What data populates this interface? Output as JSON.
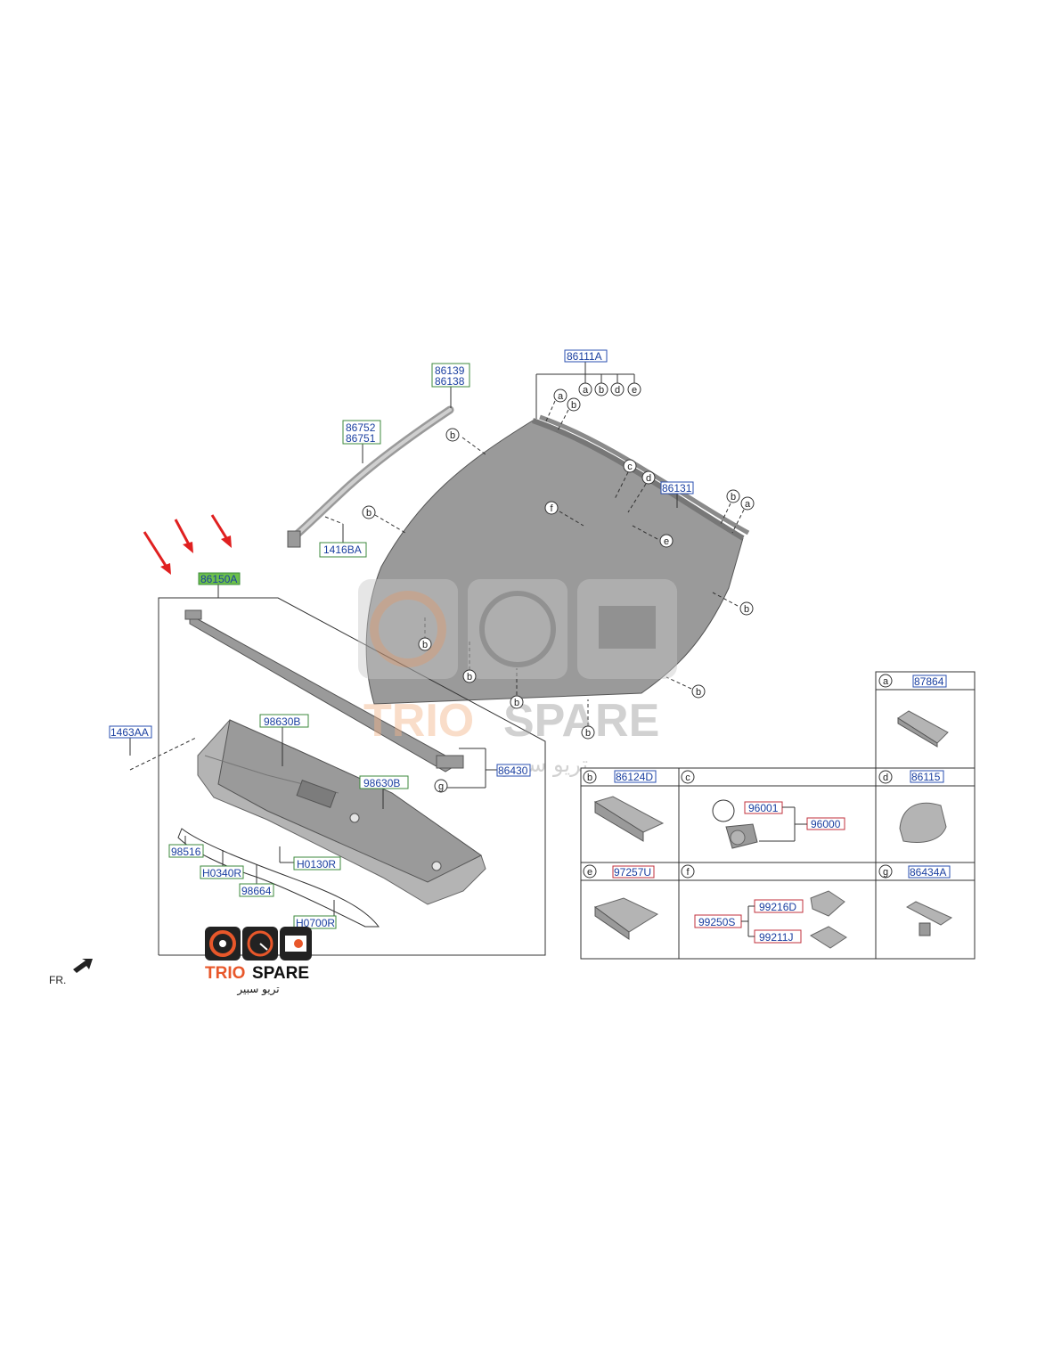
{
  "diagram": {
    "main_labels": {
      "n86139": "86139",
      "n86138": "86138",
      "n86752": "86752",
      "n86751": "86751",
      "n1416BA": "1416BA",
      "n86111A": "86111A",
      "n86131": "86131",
      "n86150A": "86150A",
      "n1463AA": "1463AA",
      "n98630B_1": "98630B",
      "n98630B_2": "98630B",
      "n86430": "86430",
      "n98516": "98516",
      "n H0340R": "H0340R",
      "H0340R": "H0340R",
      "H0130R": "H0130R",
      "n98664": "98664",
      "H0700R": "H0700R"
    },
    "callouts": {
      "a": "a",
      "b": "b",
      "c": "c",
      "d": "d",
      "e": "e",
      "f": "f",
      "g": "g"
    },
    "fr_label": "FR.",
    "legend": {
      "a_label": "87864",
      "b_label": "86124D",
      "c_label_1": "96001",
      "c_label_2": "96000",
      "d_label": "86115",
      "e_label": "97257U",
      "f_label_1": "99216D",
      "f_label_2": "99250S",
      "f_label_3": "99211J",
      "g_label": "86434A"
    },
    "watermark": {
      "title_trio": "TRIO",
      "title_spare": "SPARE",
      "arabic": "تريو سبير"
    },
    "logo": {
      "title_trio": "TRIO",
      "title_spare": "SPARE",
      "arabic": "تريو سبير"
    },
    "colors": {
      "label_blue": "#1a3fa0",
      "box_green": "#3c8a3c",
      "box_red": "#c0303c",
      "highlight_green": "#6cc04a",
      "arrow_red": "#e02020",
      "watermark_orange": "#f3b48a",
      "logo_orange": "#e8572a"
    }
  }
}
